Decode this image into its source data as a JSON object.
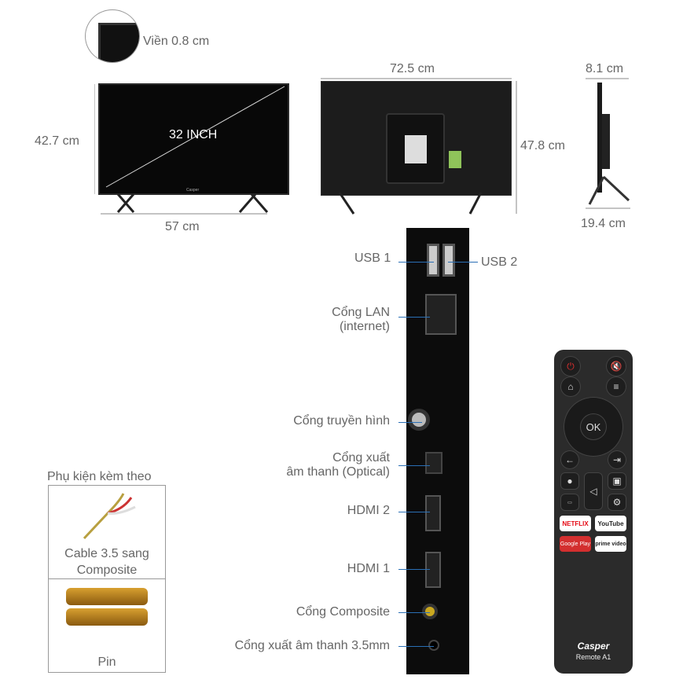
{
  "bezel": {
    "label": "Viền 0.8 cm"
  },
  "front": {
    "height": "42.7 cm",
    "width": "57 cm",
    "diagonal": "32 INCH",
    "brand": "Casper"
  },
  "back": {
    "width": "72.5 cm",
    "height": "47.8 cm"
  },
  "side": {
    "depth_top": "8.1 cm",
    "depth_base": "19.4 cm"
  },
  "ports": {
    "usb1": "USB 1",
    "usb2": "USB 2",
    "lan_line1": "Cổng LAN",
    "lan_line2": "(internet)",
    "antenna": "Cổng truyền hình",
    "optical_line1": "Cổng xuất",
    "optical_line2": "âm thanh (Optical)",
    "hdmi2": "HDMI 2",
    "hdmi1": "HDMI 1",
    "composite": "Cổng Composite",
    "audio35": "Cổng xuất âm thanh 3.5mm"
  },
  "accessories": {
    "title": "Phụ kiện kèm theo",
    "items": [
      {
        "label_line1": "Cable 3.5 sang",
        "label_line2": "Composite"
      },
      {
        "label_line1": "Pin"
      }
    ]
  },
  "remote": {
    "ok": "OK",
    "netflix": "NETFLIX",
    "youtube": "YouTube",
    "google_play": "Google Play",
    "prime": "prime video",
    "brand": "Casper",
    "model": "Remote A1"
  },
  "colors": {
    "line": "#2a6fb5",
    "netflix": "#e50914",
    "google_play": "#d32f2f"
  }
}
